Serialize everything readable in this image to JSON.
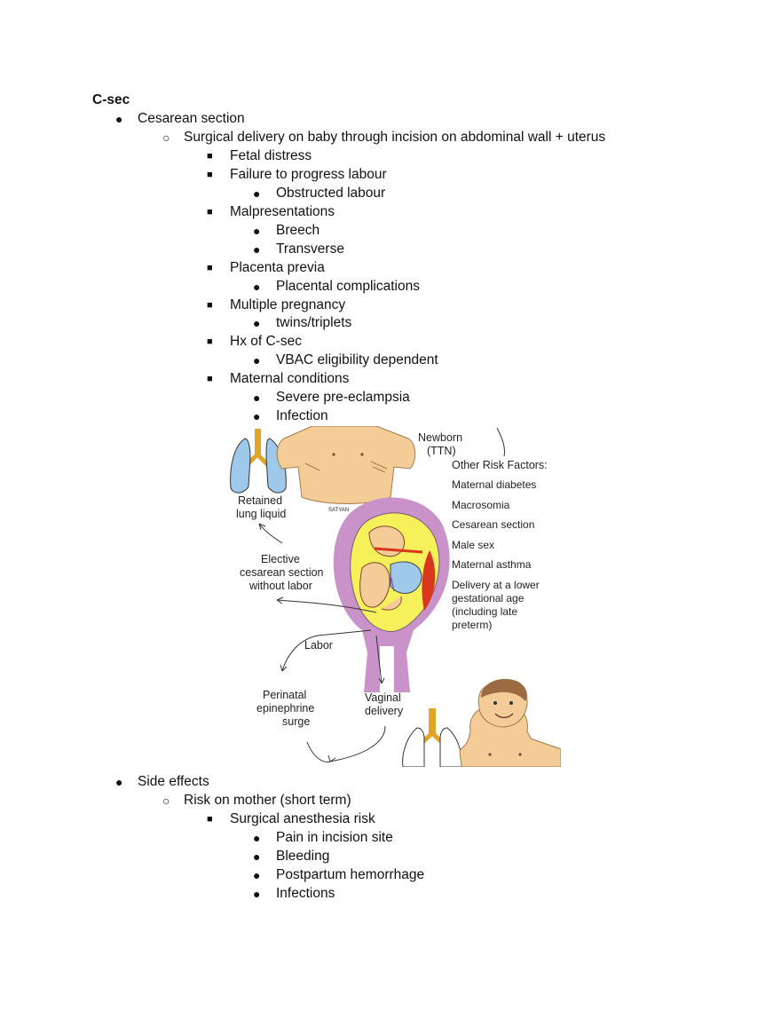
{
  "title": "C-sec",
  "items": [
    {
      "level": 1,
      "marker": "●",
      "text": "Cesarean section"
    },
    {
      "level": 2,
      "marker": "○",
      "text": "Surgical delivery on baby through incision on abdominal wall + uterus"
    },
    {
      "level": 3,
      "marker": "■",
      "text": "Fetal distress"
    },
    {
      "level": 3,
      "marker": "■",
      "text": "Failure to progress labour"
    },
    {
      "level": 4,
      "marker": "●",
      "text": "Obstructed labour"
    },
    {
      "level": 3,
      "marker": "■",
      "text": "Malpresentations"
    },
    {
      "level": 4,
      "marker": "●",
      "text": "Breech"
    },
    {
      "level": 4,
      "marker": "●",
      "text": "Transverse"
    },
    {
      "level": 3,
      "marker": "■",
      "text": "Placenta previa"
    },
    {
      "level": 4,
      "marker": "●",
      "text": "Placental complications"
    },
    {
      "level": 3,
      "marker": "■",
      "text": "Multiple pregnancy"
    },
    {
      "level": 4,
      "marker": "●",
      "text": "twins/triplets"
    },
    {
      "level": 3,
      "marker": "■",
      "text": "Hx of C-sec"
    },
    {
      "level": 4,
      "marker": "●",
      "text": "VBAC eligibility dependent"
    },
    {
      "level": 3,
      "marker": "■",
      "text": "Maternal conditions"
    },
    {
      "level": 4,
      "marker": "●",
      "text": "Severe pre-eclampsia"
    },
    {
      "level": 4,
      "marker": "●",
      "text": "Infection"
    }
  ],
  "items_after": [
    {
      "level": 1,
      "marker": "●",
      "text": "Side effects"
    },
    {
      "level": 2,
      "marker": "○",
      "text": "Risk on mother (short term)"
    },
    {
      "level": 3,
      "marker": "■",
      "text": "Surgical anesthesia risk"
    },
    {
      "level": 4,
      "marker": "●",
      "text": "Pain in incision site"
    },
    {
      "level": 4,
      "marker": "●",
      "text": "Bleeding"
    },
    {
      "level": 4,
      "marker": "●",
      "text": "Postpartum hemorrhage"
    },
    {
      "level": 4,
      "marker": "●",
      "text": "Infections"
    }
  ],
  "figure": {
    "newborn": "Newborn",
    "ttn": "(TTN)",
    "other_risk_title": "Other Risk Factors:",
    "risk_factors": [
      "Maternal diabetes",
      "Macrosomia",
      "Cesarean section",
      "Male sex",
      "Maternal asthma",
      "Delivery at a lower",
      "gestational age",
      "(including late",
      "preterm)"
    ],
    "retained": [
      "Retained",
      "lung liquid"
    ],
    "elective": [
      "Elective",
      "cesarean section",
      "without labor"
    ],
    "labor": "Labor",
    "perinatal": [
      "Perinatal",
      "epinephrine",
      "surge"
    ],
    "vaginal": [
      "Vaginal",
      "delivery"
    ],
    "credit": "SATYAN",
    "colors": {
      "skin": "#f3cc98",
      "uterus": "#c992c9",
      "amniotic": "#f6f05a",
      "lung": "#9ec9ea",
      "trachea": "#e0a526",
      "placenta": "#d8371c"
    }
  }
}
